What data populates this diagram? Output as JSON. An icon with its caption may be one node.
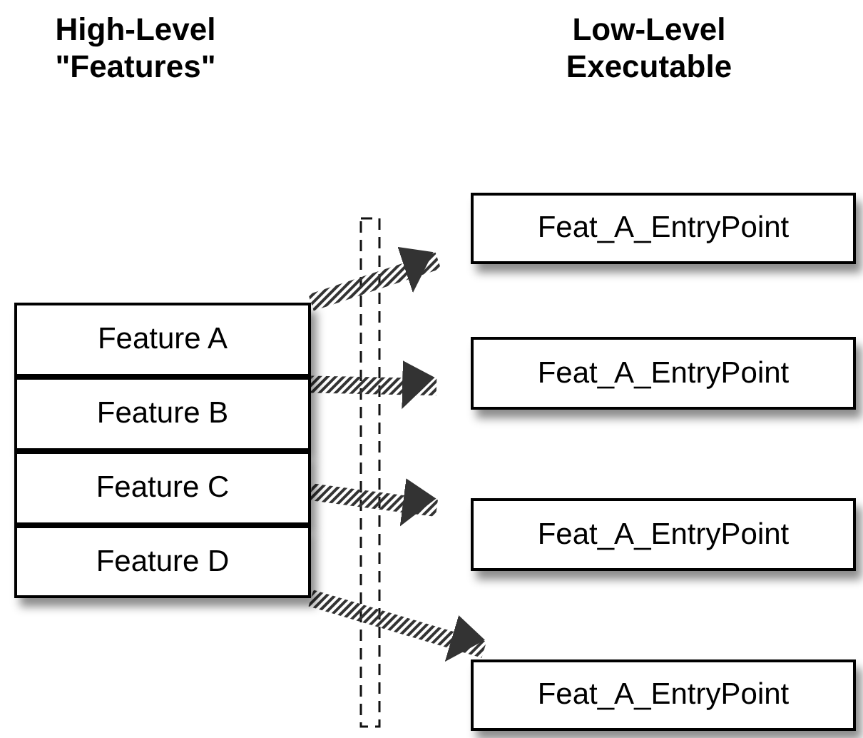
{
  "diagram": {
    "nodes": [
      {
        "text": [
          "Feature A"
        ]
      },
      {
        "text": [
          "Feature B"
        ]
      },
      {
        "text": [
          "Feature C"
        ]
      },
      {
        "text": [
          "Feature D"
        ]
      },
      {
        "text": [
          "Feat_A_EntryPoint"
        ]
      },
      {
        "text": [
          "Feat_A_EntryPoint"
        ]
      },
      {
        "text": [
          "Feat_A_EntryPoint"
        ]
      },
      {
        "text": [
          "Feat_A_EntryPoint"
        ]
      }
    ],
    "edges": [
      {
        "from": 0,
        "to": 4,
        "arrow": "to",
        "style": "thick"
      },
      {
        "from": 1,
        "to": 5,
        "arrow": "to",
        "style": "thick"
      },
      {
        "from": 2,
        "to": 6,
        "arrow": "to",
        "style": "thick"
      },
      {
        "from": 3,
        "to": 7,
        "arrow": "to",
        "style": "thick"
      }
    ],
    "labels": [
      "High-Level \"Features\"",
      "Low-Level Executable"
    ]
  }
}
